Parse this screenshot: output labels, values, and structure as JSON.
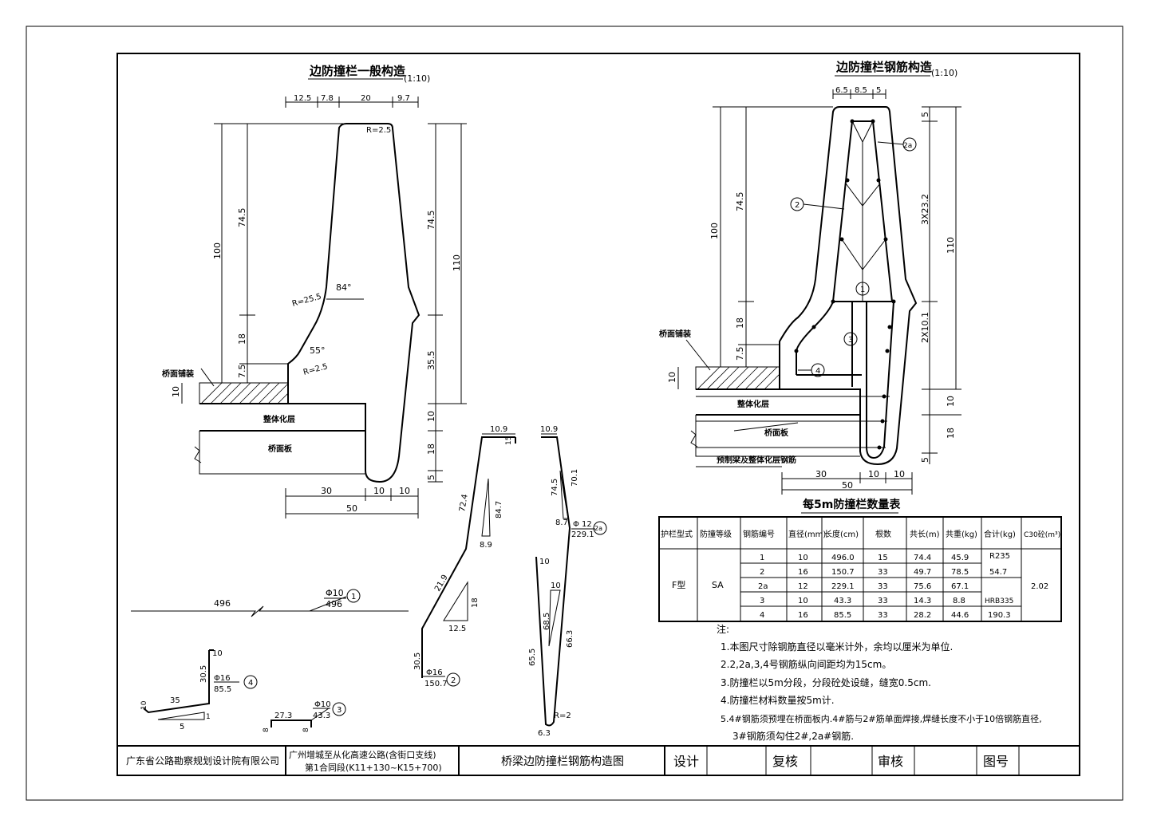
{
  "left": {
    "title": "边防撞栏一般构造",
    "scale": "(1:10)",
    "top_dims": [
      "12.5",
      "7.8",
      "20",
      "9.7"
    ],
    "r_top": "R=2.5",
    "dim_100": "100",
    "dim_74_5": "74.5",
    "dim_18": "18",
    "dim_7_5": "7.5",
    "dim_10": "10",
    "r_25_5": "R=25.5",
    "angle_84": "84°",
    "angle_55": "55°",
    "r_2_5b": "R=2.5",
    "right_74_5": "74.5",
    "right_110": "110",
    "right_35_5": "35.5",
    "right_10": "10",
    "right_18": "18",
    "right_5": "5",
    "label_pave": "桥面铺装",
    "label_layer": "整体化层",
    "label_deck": "桥面板",
    "bottom_30": "30",
    "bottom_10a": "10",
    "bottom_10b": "10",
    "bottom_50": "50"
  },
  "right": {
    "title": "边防撞栏钢筋构造",
    "scale": "(1:10)",
    "top_dims": [
      "6.5",
      "8.5",
      "5"
    ],
    "dim_100": "100",
    "dim_74_5": "74.5",
    "dim_18": "18",
    "dim_7_5": "7.5",
    "dim_10": "10",
    "r_5": "5",
    "r_3x23_2": "3X23.2",
    "r_110": "110",
    "r_2x10_1": "2X10.1",
    "r_10": "10",
    "r_18": "18",
    "r_5b": "5",
    "label_pave": "桥面铺装",
    "label_layer": "整体化层",
    "label_deck": "桥面板",
    "label_precast": "预制梁及整体化层钢筋",
    "m1": "1",
    "m2": "2",
    "m2a": "2a",
    "m3": "3",
    "m4": "4",
    "bottom_30": "30",
    "bottom_10a": "10",
    "bottom_10b": "10",
    "bottom_50": "50"
  },
  "table": {
    "title": "每5m防撞栏数量表",
    "headers": [
      "护栏型式",
      "防撞等级",
      "钢筋编号",
      "直径(mm)",
      "长度(cm)",
      "根数",
      "共长(m)",
      "共重(kg)",
      "合计(kg)",
      "C30砼(m³)"
    ],
    "type": "F型",
    "grade": "SA",
    "rows": [
      [
        "1",
        "10",
        "496.0",
        "15",
        "74.4",
        "45.9"
      ],
      [
        "2",
        "16",
        "150.7",
        "33",
        "49.7",
        "78.5"
      ],
      [
        "2a",
        "12",
        "229.1",
        "33",
        "75.6",
        "67.1"
      ],
      [
        "3",
        "10",
        "43.3",
        "33",
        "14.3",
        "8.8"
      ],
      [
        "4",
        "16",
        "85.5",
        "33",
        "28.2",
        "44.6"
      ]
    ],
    "totals": [
      "R235",
      "54.7",
      "HRB335",
      "190.3"
    ],
    "concrete": "2.02"
  },
  "bars": {
    "b1_len": "496",
    "b1_dia": "Φ10",
    "b1_total": "496",
    "b1_no": "1",
    "b2_top": "10.9",
    "b2_15": "15",
    "b2_72_4": "72.4",
    "b2_84_7": "84.7",
    "b2_8_9": "8.9",
    "b2_21_9": "21.9",
    "b2_18": "18",
    "b2_12_5": "12.5",
    "b2_30_5": "30.5",
    "b2_dia": "Φ16",
    "b2_total": "150.7",
    "b2_no": "2",
    "b2a_top": "10.9",
    "b2a_74_5": "74.5",
    "b2a_70_1": "70.1",
    "b2a_8_7": "8.7",
    "b2a_dia": "Φ 12",
    "b2a_total": "229.1",
    "b2a_no": "2a",
    "b2a_10": "10",
    "b2a_10b": "10",
    "b2a_68_5": "68.5",
    "b2a_66_3": "66.3",
    "b2a_65_5": "65.5",
    "b2a_r2": "R=2",
    "b2a_6_3": "6.3",
    "b4_10": "10",
    "b4_30_5": "30.5",
    "b4_35": "35",
    "b4_10b": "10",
    "b4_5": "5",
    "b4_1": "1",
    "b4_dia": "Φ16",
    "b4_total": "85.5",
    "b4_no": "4",
    "b3_27_3": "27.3",
    "b3_8a": "8",
    "b3_8b": "8",
    "b3_dia": "Φ10",
    "b3_total": "43.3",
    "b3_no": "3"
  },
  "notes": {
    "head": "注:",
    "lines": [
      "1.本图尺寸除钢筋直径以毫米计外，余均以厘米为单位.",
      "2.2,2a,3,4号钢筋纵向间距均为15cm。",
      "3.防撞栏以5m分段，分段砼处设缝，缝宽0.5cm.",
      "4.防撞栏材料数量按5m计.",
      "5.4#钢筋须预埋在桥面板内.4#筋与2#筋单面焊接,焊缝长度不小于10倍钢筋直径,",
      "3#钢筋须勾住2#,2a#钢筋."
    ]
  },
  "titleblock": {
    "company": "广东省公路勘察规划设计院有限公司",
    "project_line1": "广州增城至从化高速公路(含街口支线)",
    "project_line2": "第1合同段(K11+130~K15+700)",
    "drawing": "桥梁边防撞栏钢筋构造图",
    "design": "设计",
    "review": "复核",
    "approve": "审核",
    "number": "图号"
  }
}
